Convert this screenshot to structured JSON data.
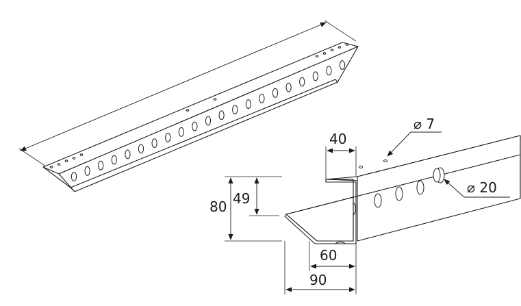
{
  "dimensions": {
    "flange_width": "40",
    "hole_small": "⌀ 7",
    "hole_large": "⌀ 20",
    "height_total": "80",
    "height_inner": "49",
    "base_inner": "60",
    "base_total": "90"
  }
}
